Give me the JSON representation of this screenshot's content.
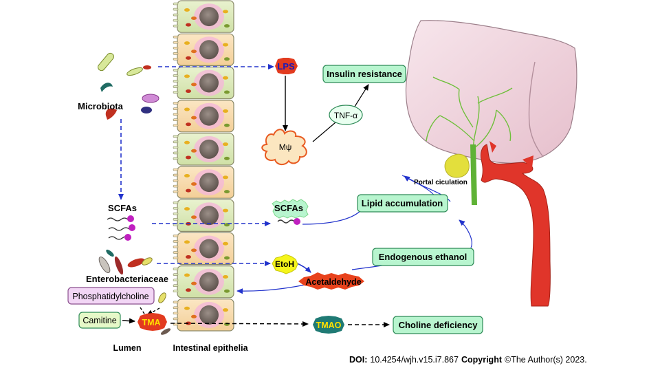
{
  "labels": {
    "microbiota": "Microbiota",
    "scfas_left": "SCFAs",
    "enterobacteriaceae": "Enterobacteriaceae",
    "lumen": "Lumen",
    "intestinal_epithelia": "Intestinal epithelia",
    "portal_circulation": "Portal ciculation"
  },
  "nodes": {
    "lps": "LPS",
    "macrophage": "Mψ",
    "tnf": "TNF-α",
    "insulin_resistance": "Insulin resistance",
    "scfas_right": "SCFAs",
    "lipid_accumulation": "Lipid accumulation",
    "etoh": "EtoH",
    "acetaldehyde": "Acetaldehyde",
    "endogenous_ethanol": "Endogenous ethanol",
    "phosphatidylcholine": "Phosphatidylcholine",
    "camitine": "Camitine",
    "tma": "TMA",
    "tmao": "TMAO",
    "choline_deficiency": "Choline deficiency"
  },
  "footer": {
    "doi_label": "DOI:",
    "doi_value": "10.4254/wjh.v15.i7.867",
    "copyright_label": "Copyright",
    "copyright_value": "©The Author(s) 2023."
  },
  "colors": {
    "box_fill": "#b8f5cf",
    "box_stroke": "#2e8b57",
    "lps_fill": "#e23b1f",
    "lps_text": "#1a1ab8",
    "tma_fill": "#e23b1f",
    "tma_text": "#ffe000",
    "tmao_fill": "#1f7a74",
    "tmao_text": "#ffe000",
    "etoh_fill": "#f5f51a",
    "acetaldehyde_fill": "#e8421c",
    "phosphatidylcholine_fill": "#f2d6f5",
    "camitine_fill": "#e6f8c8",
    "arrow_blue": "#2233cc",
    "liver_fill": "#f0d8e0",
    "vessel_red": "#e0352a"
  }
}
